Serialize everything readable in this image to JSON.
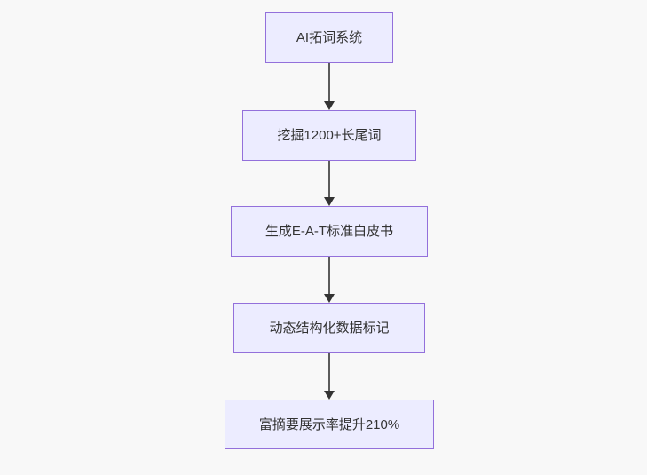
{
  "flowchart": {
    "type": "vertical-flowchart",
    "nodes": [
      {
        "label": "AI拓词系统"
      },
      {
        "label": "挖掘1200+长尾词"
      },
      {
        "label": "生成E-A-T标准白皮书"
      },
      {
        "label": "动态结构化数据标记"
      },
      {
        "label": "富摘要展示率提升210%"
      }
    ],
    "edges": [
      {
        "from": "AI拓词系统",
        "to": "挖掘1200+长尾词"
      },
      {
        "from": "挖掘1200+长尾词",
        "to": "生成E-A-T标准白皮书"
      },
      {
        "from": "生成E-A-T标准白皮书",
        "to": "动态结构化数据标记"
      },
      {
        "from": "动态结构化数据标记",
        "to": "富摘要展示率提升210%"
      }
    ],
    "colors": {
      "background": "#f8f8f8",
      "node_fill": "#ececff",
      "node_border": "#9370db",
      "node_text": "#333333",
      "edge_line": "#5b5b5b",
      "arrowhead": "#333333"
    }
  }
}
